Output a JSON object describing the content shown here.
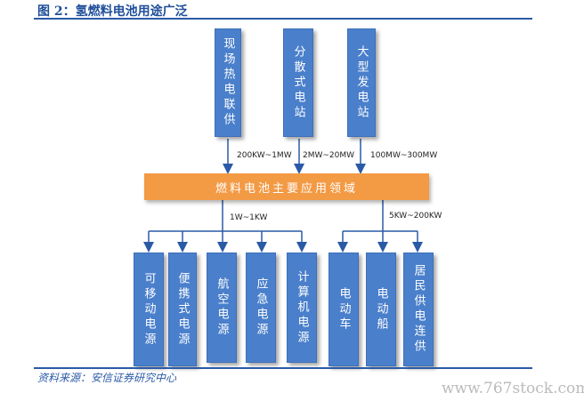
{
  "figure": {
    "title": "图 2：氢燃料电池用途广泛",
    "source": "资料来源：安信证券研究中心",
    "watermark": "www.767stock.com"
  },
  "top_nodes": [
    {
      "label": "现场热电联供",
      "range": "200KW~1MW"
    },
    {
      "label": "分散式电站",
      "range": "2MW~20MW"
    },
    {
      "label": "大型发电站",
      "range": "100MW~300MW"
    }
  ],
  "central": {
    "label": "燃料电池主要应用领域"
  },
  "left_group": {
    "range": "1W~1KW",
    "nodes": [
      "可移动电源",
      "便携式电源",
      "航空电源",
      "应急电源",
      "计算机电源"
    ]
  },
  "right_group": {
    "range": "5KW~200KW",
    "nodes": [
      "电动车",
      "电动船",
      "居民供电连供"
    ]
  },
  "colors": {
    "box_blue": "#4a7fcb",
    "central_orange": "#f39a45",
    "connector_blue": "#2a5aa6",
    "title_blue": "#1f4e9a"
  }
}
